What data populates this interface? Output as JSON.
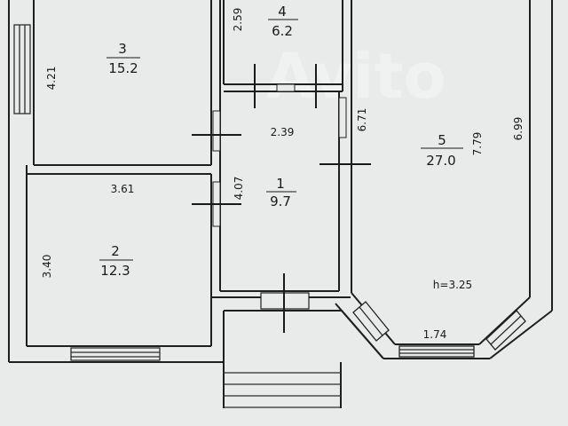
{
  "plan": {
    "rooms": [
      {
        "id": "room-3",
        "number": "3",
        "area": "15.2"
      },
      {
        "id": "room-4",
        "number": "4",
        "area": "6.2"
      },
      {
        "id": "room-1",
        "number": "1",
        "area": "9.7"
      },
      {
        "id": "room-2",
        "number": "2",
        "area": "12.3"
      },
      {
        "id": "room-5",
        "number": "5",
        "area": "27.0"
      }
    ],
    "dimensions": {
      "d421": "4.21",
      "d259": "2.59",
      "d239": "2.39",
      "d671": "6.71",
      "d699": "6.99",
      "d779": "7.79",
      "d361": "3.61",
      "d407": "4.07",
      "d340": "3.40",
      "d174": "1.74"
    },
    "height": "h=3.25"
  },
  "watermark": "Avito"
}
